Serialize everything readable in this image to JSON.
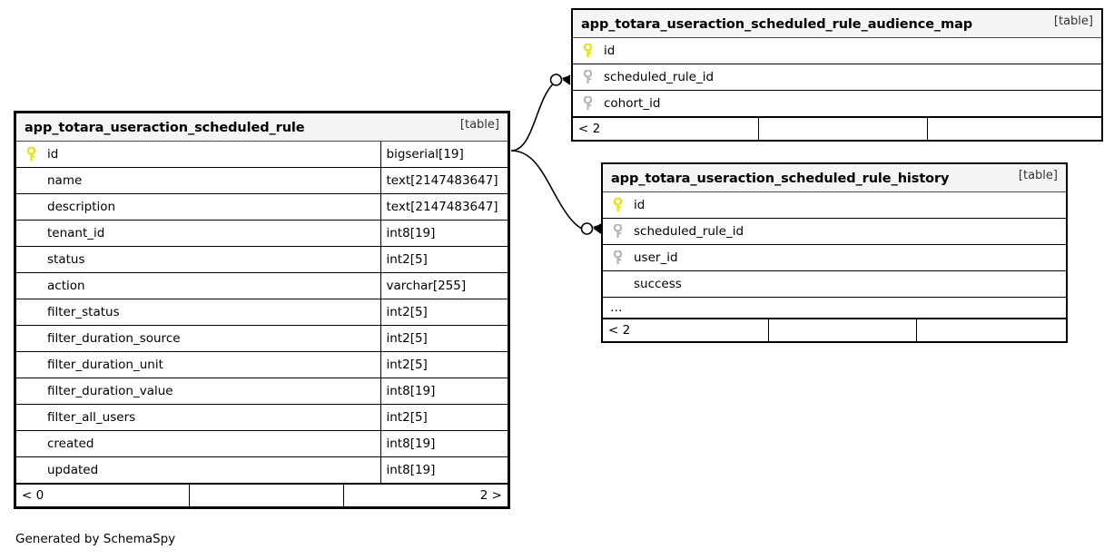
{
  "diagram": {
    "caption": "Generated by SchemaSpy",
    "kind_tag": "[table]",
    "pk_icon": "key-icon-primary",
    "fk_icon": "key-icon-foreign",
    "pk_color": "#e8e400",
    "fk_color": "#b5b5b5",
    "header_bg": "#f5f5f5",
    "line_color": "#000000"
  },
  "tables": {
    "scheduled_rule": {
      "title": "app_totara_useraction_scheduled_rule",
      "kind": "[table]",
      "columns": [
        {
          "key": "pk",
          "name": "id",
          "type": "bigserial[19]"
        },
        {
          "key": "none",
          "name": "name",
          "type": "text[2147483647]"
        },
        {
          "key": "none",
          "name": "description",
          "type": "text[2147483647]"
        },
        {
          "key": "none",
          "name": "tenant_id",
          "type": "int8[19]"
        },
        {
          "key": "none",
          "name": "status",
          "type": "int2[5]"
        },
        {
          "key": "none",
          "name": "action",
          "type": "varchar[255]"
        },
        {
          "key": "none",
          "name": "filter_status",
          "type": "int2[5]"
        },
        {
          "key": "none",
          "name": "filter_duration_source",
          "type": "int2[5]"
        },
        {
          "key": "none",
          "name": "filter_duration_unit",
          "type": "int2[5]"
        },
        {
          "key": "none",
          "name": "filter_duration_value",
          "type": "int8[19]"
        },
        {
          "key": "none",
          "name": "filter_all_users",
          "type": "int2[5]"
        },
        {
          "key": "none",
          "name": "created",
          "type": "int8[19]"
        },
        {
          "key": "none",
          "name": "updated",
          "type": "int8[19]"
        }
      ],
      "footer": {
        "left": "< 0",
        "mid": "",
        "right": "2 >"
      }
    },
    "audience_map": {
      "title": "app_totara_useraction_scheduled_rule_audience_map",
      "kind": "[table]",
      "columns": [
        {
          "key": "pk",
          "name": "id",
          "type": ""
        },
        {
          "key": "fk",
          "name": "scheduled_rule_id",
          "type": ""
        },
        {
          "key": "fk",
          "name": "cohort_id",
          "type": ""
        }
      ],
      "footer": {
        "left": "< 2",
        "mid": "",
        "right": ""
      }
    },
    "history": {
      "title": "app_totara_useraction_scheduled_rule_history",
      "kind": "[table]",
      "columns": [
        {
          "key": "pk",
          "name": "id",
          "type": ""
        },
        {
          "key": "fk",
          "name": "scheduled_rule_id",
          "type": ""
        },
        {
          "key": "fk",
          "name": "user_id",
          "type": ""
        },
        {
          "key": "none",
          "name": "success",
          "type": ""
        }
      ],
      "more_indicator": "…",
      "footer": {
        "left": "< 2",
        "mid": "",
        "right": ""
      }
    }
  },
  "relationships": [
    {
      "name": "scheduled_rule-to-audience_map",
      "from_table": "app_totara_useraction_scheduled_rule",
      "from_column": "id",
      "to_table": "app_totara_useraction_scheduled_rule_audience_map",
      "to_column": "scheduled_rule_id",
      "from_cardinality": "one",
      "to_cardinality": "zero-or-many"
    },
    {
      "name": "scheduled_rule-to-history",
      "from_table": "app_totara_useraction_scheduled_rule",
      "from_column": "id",
      "to_table": "app_totara_useraction_scheduled_rule_history",
      "to_column": "scheduled_rule_id",
      "from_cardinality": "one",
      "to_cardinality": "zero-or-many"
    }
  ]
}
